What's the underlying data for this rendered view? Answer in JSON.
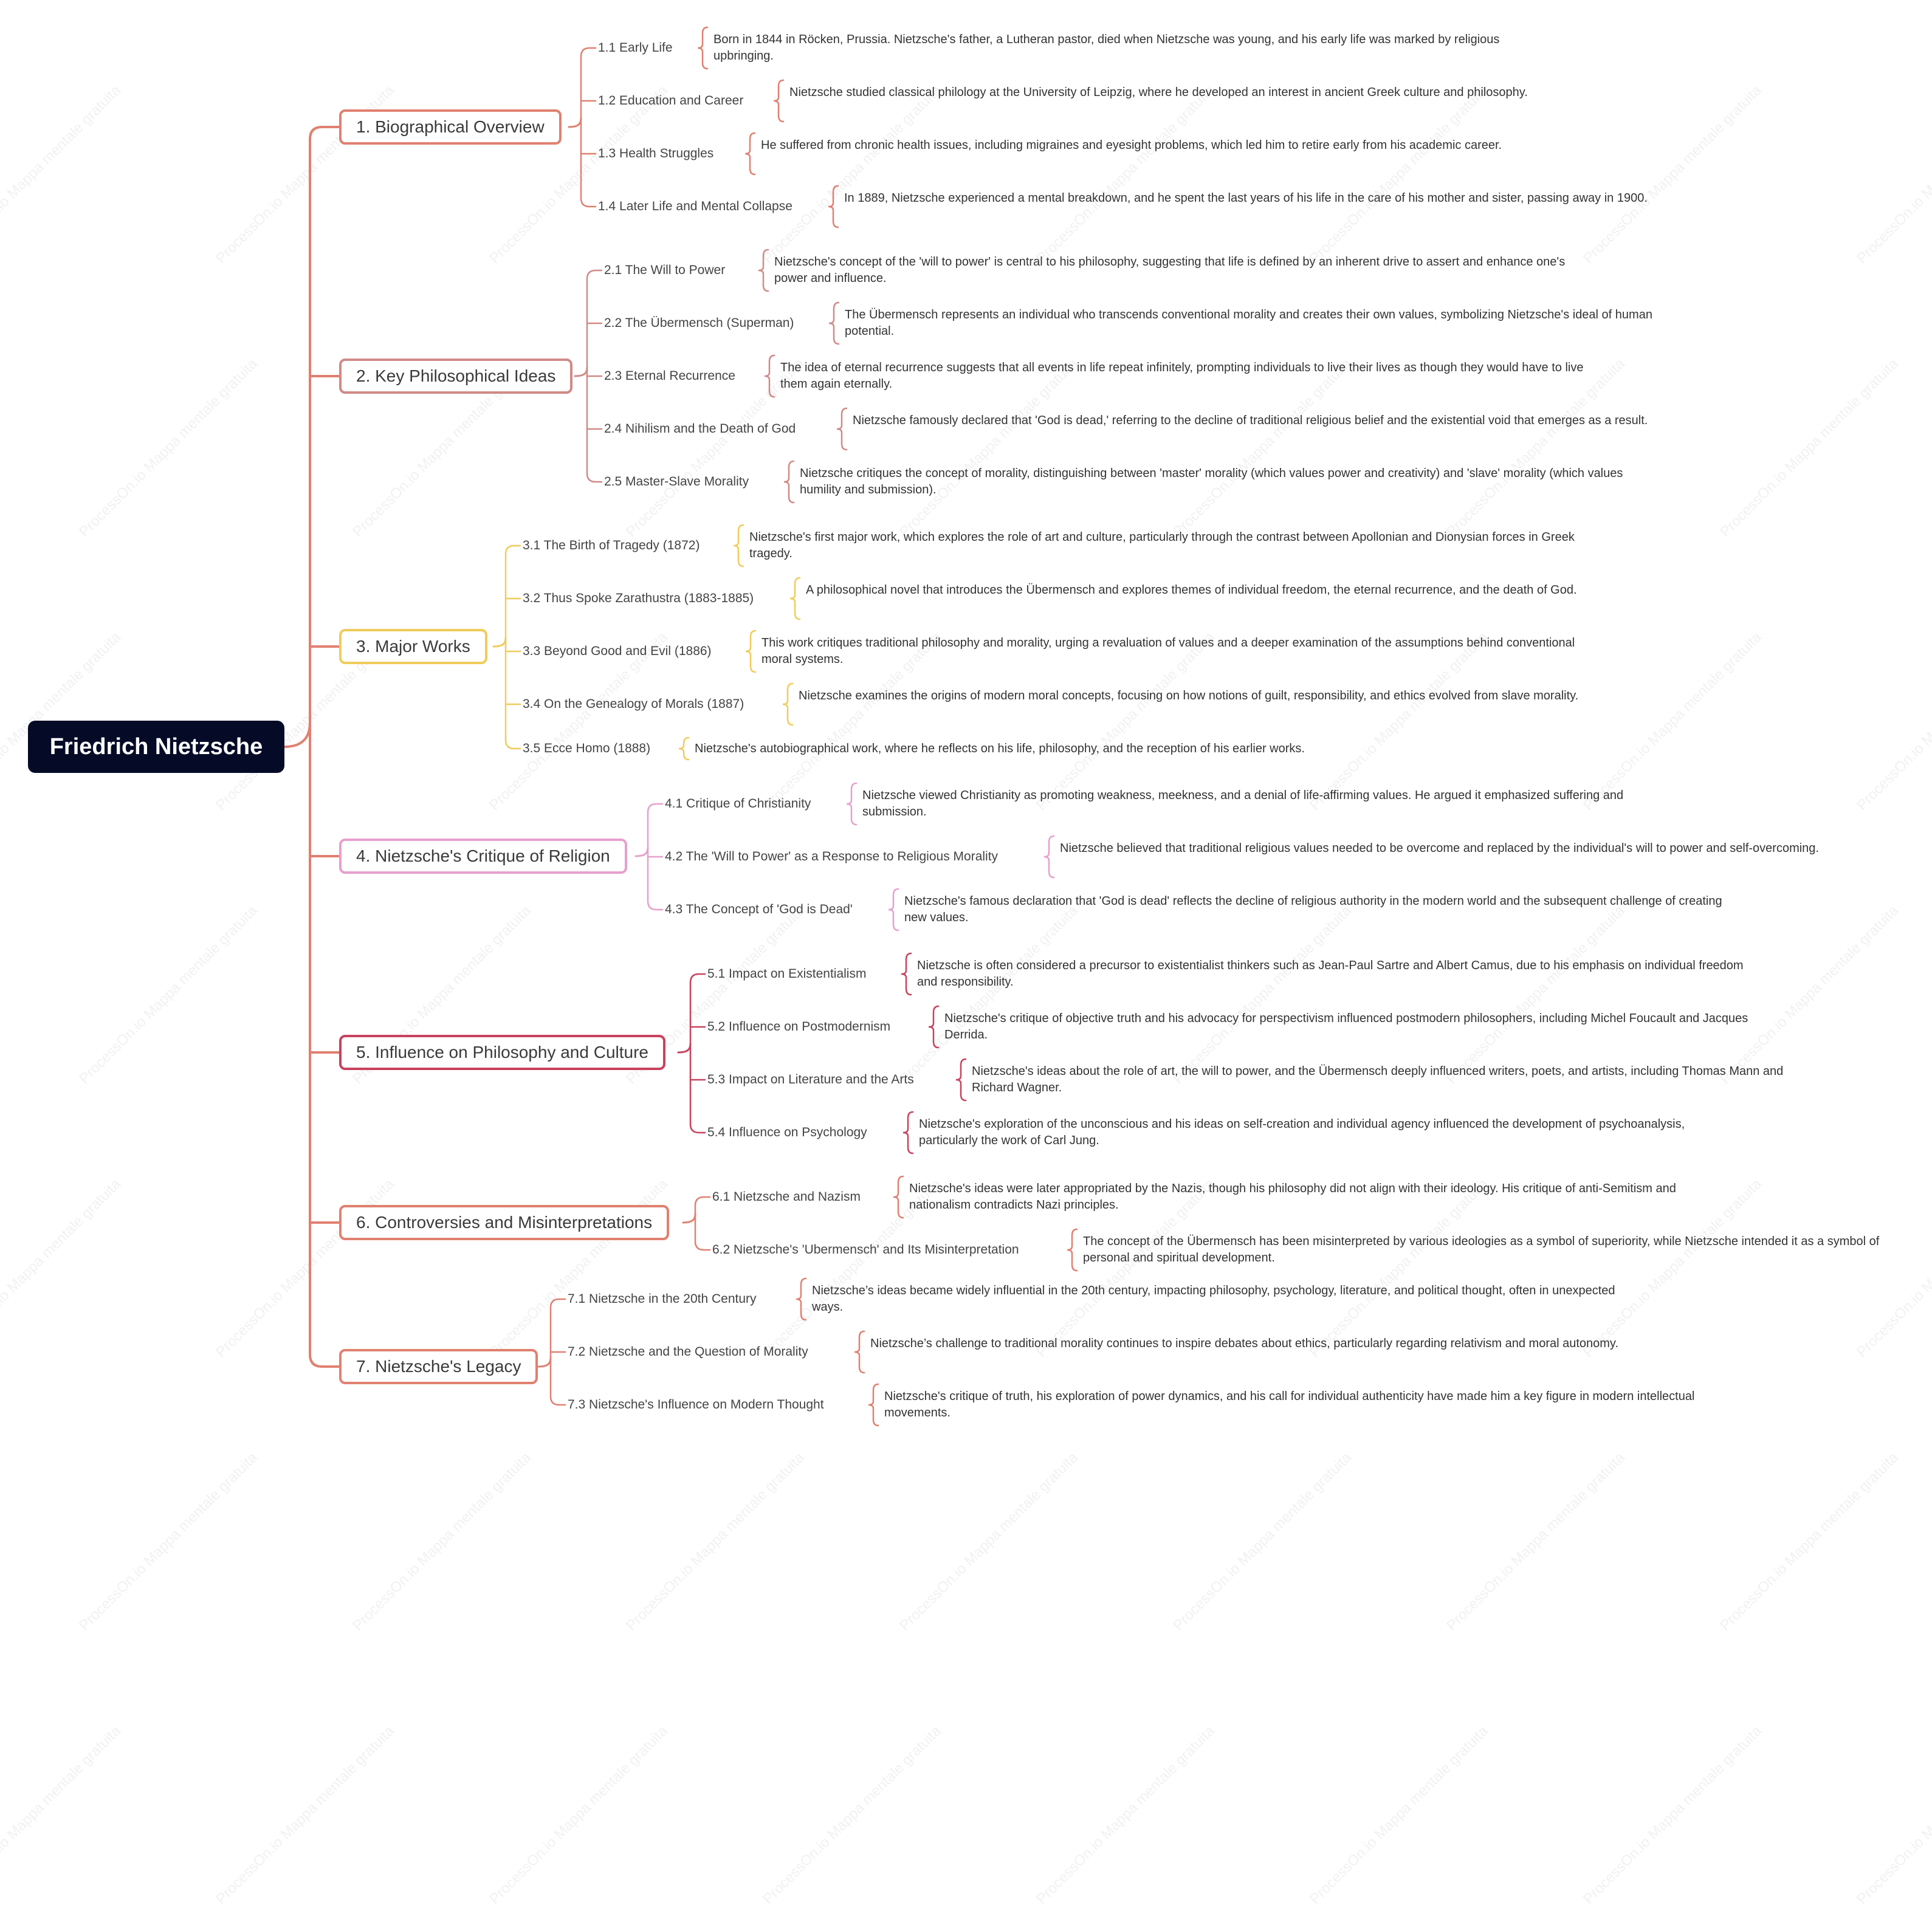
{
  "root": {
    "title": "Friedrich Nietzsche"
  },
  "sections": [
    {
      "title": "1. Biographical Overview",
      "color": "#e08070",
      "items": [
        {
          "label": "1.1 Early Life",
          "text": "Born in 1844 in Röcken, Prussia. Nietzsche's father, a Lutheran pastor, died when Nietzsche was young, and his early life was marked by religious upbringing."
        },
        {
          "label": "1.2 Education and Career",
          "text": "Nietzsche studied classical philology at the University of Leipzig, where he developed an interest in ancient Greek culture and philosophy."
        },
        {
          "label": "1.3 Health Struggles",
          "text": "He suffered from chronic health issues, including migraines and eyesight problems, which led him to retire early from his academic career."
        },
        {
          "label": "1.4 Later Life and Mental Collapse",
          "text": "In 1889, Nietzsche experienced a mental breakdown, and he spent the last years of his life in the care of his mother and sister, passing away in 1900."
        }
      ]
    },
    {
      "title": "2. Key Philosophical Ideas",
      "color": "#d08a86",
      "items": [
        {
          "label": "2.1 The Will to Power",
          "text": "Nietzsche's concept of the 'will to power' is central to his philosophy, suggesting that life is defined by an inherent drive to assert and enhance one's power and influence."
        },
        {
          "label": "2.2 The Übermensch (Superman)",
          "text": "The Übermensch represents an individual who transcends conventional morality and creates their own values, symbolizing Nietzsche's ideal of human potential."
        },
        {
          "label": "2.3 Eternal Recurrence",
          "text": "The idea of eternal recurrence suggests that all events in life repeat infinitely, prompting individuals to live their lives as though they would have to live them again eternally."
        },
        {
          "label": "2.4 Nihilism and the Death of God",
          "text": "Nietzsche famously declared that 'God is dead,' referring to the decline of traditional religious belief and the existential void that emerges as a result."
        },
        {
          "label": "2.5 Master-Slave Morality",
          "text": "Nietzsche critiques the concept of morality, distinguishing between 'master' morality (which values power and creativity) and 'slave' morality (which values humility and submission)."
        }
      ]
    },
    {
      "title": "3. Major Works",
      "color": "#f0cc5a",
      "items": [
        {
          "label": "3.1 The Birth of Tragedy (1872)",
          "text": "Nietzsche's first major work, which explores the role of art and culture, particularly through the contrast between Apollonian and Dionysian forces in Greek tragedy."
        },
        {
          "label": "3.2 Thus Spoke Zarathustra (1883-1885)",
          "text": "A philosophical novel that introduces the Übermensch and explores themes of individual freedom, the eternal recurrence, and the death of God."
        },
        {
          "label": "3.3 Beyond Good and Evil (1886)",
          "text": "This work critiques traditional philosophy and morality, urging a revaluation of values and a deeper examination of the assumptions behind conventional moral systems."
        },
        {
          "label": "3.4 On the Genealogy of Morals (1887)",
          "text": "Nietzsche examines the origins of modern moral concepts, focusing on how notions of guilt, responsibility, and ethics evolved from slave morality."
        },
        {
          "label": "3.5 Ecce Homo (1888)",
          "text": "Nietzsche's autobiographical work, where he reflects on his life, philosophy, and the reception of his earlier works."
        }
      ]
    },
    {
      "title": "4. Nietzsche's Critique of Religion",
      "color": "#e6a0cc",
      "items": [
        {
          "label": "4.1 Critique of Christianity",
          "text": "Nietzsche viewed Christianity as promoting weakness, meekness, and a denial of life-affirming values. He argued it emphasized suffering and submission."
        },
        {
          "label": "4.2 The 'Will to Power' as a Response to Religious Morality",
          "text": "Nietzsche believed that traditional religious values needed to be overcome and replaced by the individual's will to power and self-overcoming."
        },
        {
          "label": "4.3 The Concept of 'God is Dead'",
          "text": "Nietzsche's famous declaration that 'God is dead' reflects the decline of religious authority in the modern world and the subsequent challenge of creating new values."
        }
      ]
    },
    {
      "title": "5. Influence on Philosophy and Culture",
      "color": "#c8425e",
      "items": [
        {
          "label": "5.1 Impact on Existentialism",
          "text": "Nietzsche is often considered a precursor to existentialist thinkers such as Jean-Paul Sartre and Albert Camus, due to his emphasis on individual freedom and responsibility."
        },
        {
          "label": "5.2 Influence on Postmodernism",
          "text": "Nietzsche's critique of objective truth and his advocacy for perspectivism influenced postmodern philosophers, including Michel Foucault and Jacques Derrida."
        },
        {
          "label": "5.3 Impact on Literature and the Arts",
          "text": "Nietzsche's ideas about the role of art, the will to power, and the Übermensch deeply influenced writers, poets, and artists, including Thomas Mann and Richard Wagner."
        },
        {
          "label": "5.4 Influence on Psychology",
          "text": "Nietzsche's exploration of the unconscious and his ideas on self-creation and individual agency influenced the development of psychoanalysis, particularly the work of Carl Jung."
        }
      ]
    },
    {
      "title": "6. Controversies and Misinterpretations",
      "color": "#e08070",
      "items": [
        {
          "label": "6.1 Nietzsche and Nazism",
          "text": "Nietzsche's ideas were later appropriated by the Nazis, though his philosophy did not align with their ideology. His critique of anti-Semitism and nationalism contradicts Nazi principles."
        },
        {
          "label": "6.2 Nietzsche's 'Ubermensch' and Its Misinterpretation",
          "text": "The concept of the Übermensch has been misinterpreted by various ideologies as a symbol of superiority, while Nietzsche intended it as a symbol of personal and spiritual development."
        }
      ]
    },
    {
      "title": "7. Nietzsche's Legacy",
      "color": "#e08070",
      "items": [
        {
          "label": "7.1 Nietzsche in the 20th Century",
          "text": "Nietzsche’s ideas became widely influential in the 20th century, impacting philosophy, psychology, literature, and political thought, often in unexpected ways."
        },
        {
          "label": "7.2 Nietzsche and the Question of Morality",
          "text": "Nietzsche’s challenge to traditional morality continues to inspire debates about ethics, particularly regarding relativism and moral autonomy."
        },
        {
          "label": "7.3 Nietzsche's Influence on Modern Thought",
          "text": "Nietzsche's critique of truth, his exploration of power dynamics, and his call for individual authenticity have made him a key figure in modern intellectual movements."
        }
      ]
    }
  ],
  "watermark": {
    "text": "ProcessOn.io Mappa mentale gratuita",
    "color": "#969696"
  }
}
